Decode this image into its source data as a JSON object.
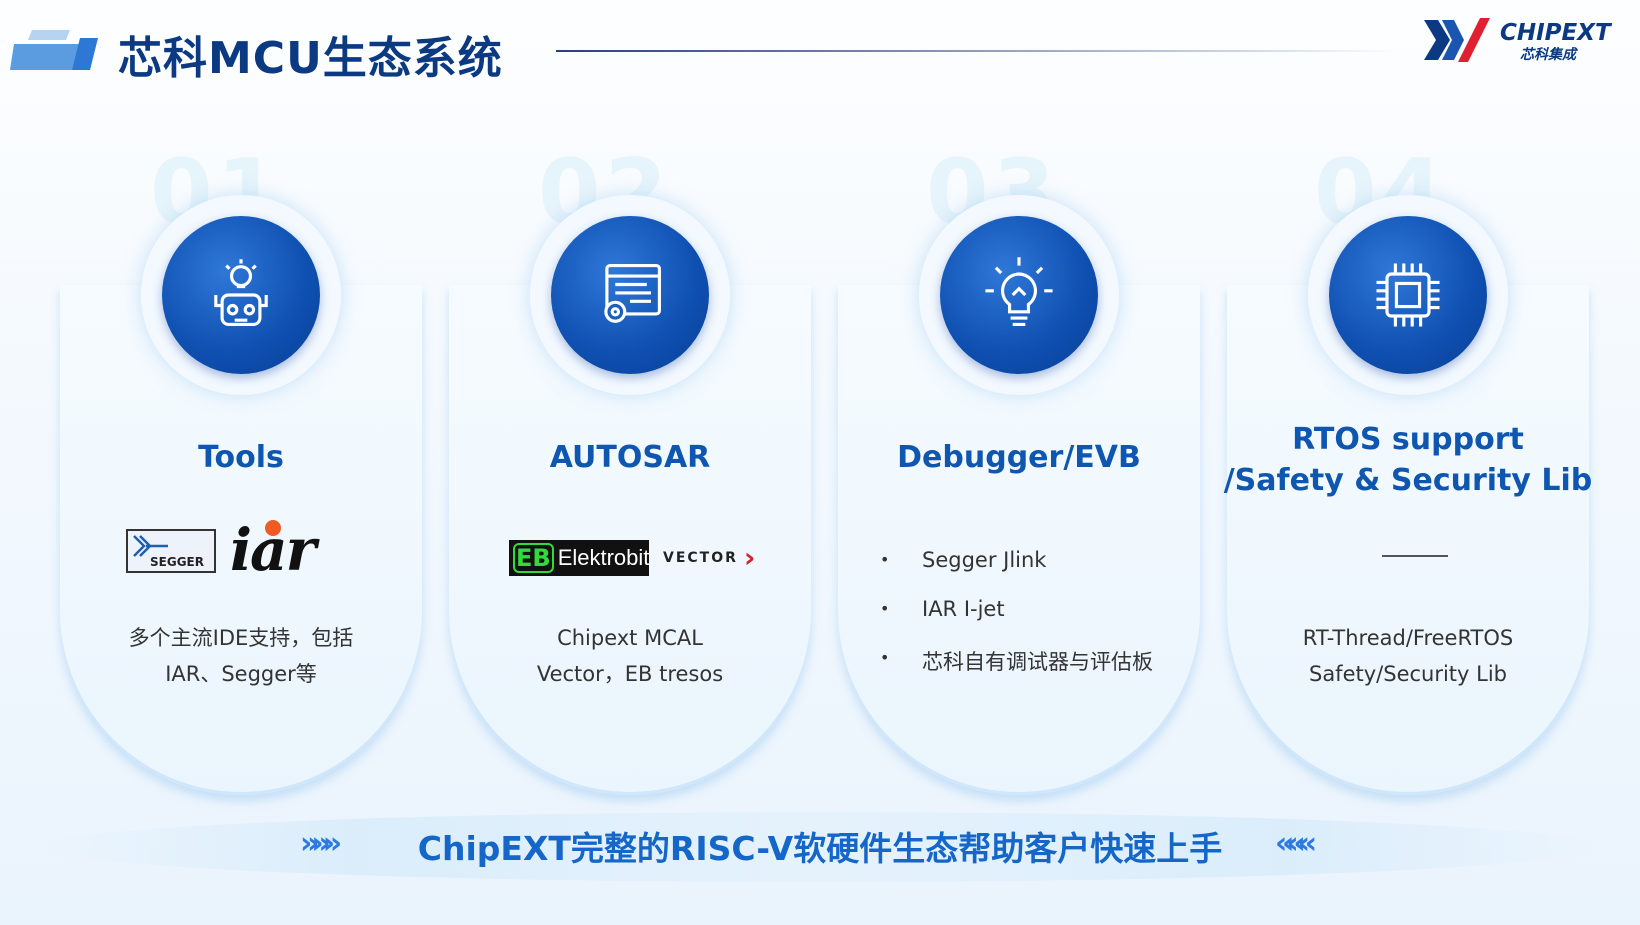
{
  "header": {
    "title": "芯科MCU生态系统",
    "logo_en": "CHIPEXT",
    "logo_cn": "芯科集成"
  },
  "cards": [
    {
      "num": "01",
      "title": "Tools",
      "icon": "robot-bulb-icon",
      "logos": [
        "SEGGER",
        "iar"
      ],
      "desc": [
        "多个主流IDE支持，包括",
        "IAR、Segger等"
      ]
    },
    {
      "num": "02",
      "title": "AUTOSAR",
      "icon": "config-window-icon",
      "logos": [
        "Elektrobit",
        "VECTOR"
      ],
      "desc": [
        "Chipext MCAL",
        "Vector，EB tresos"
      ]
    },
    {
      "num": "03",
      "title": "Debugger/EVB",
      "icon": "lightbulb-icon",
      "bullets": [
        "Segger Jlink",
        "IAR I-jet",
        "芯科自有调试器与评估板"
      ]
    },
    {
      "num": "04",
      "title_lines": [
        "RTOS support",
        "/Safety & Security Lib"
      ],
      "icon": "chip-icon",
      "desc": [
        "RT-Thread/FreeRTOS",
        "Safety/Security Lib"
      ]
    }
  ],
  "banner": {
    "text": "ChipEXT完整的RISC-V软硬件生态帮助客户快速上手",
    "left": "»»»",
    "right": "«««"
  },
  "colors": {
    "primary": "#0e56b0",
    "title": "#0b3a82",
    "accent": "#1466c8"
  }
}
